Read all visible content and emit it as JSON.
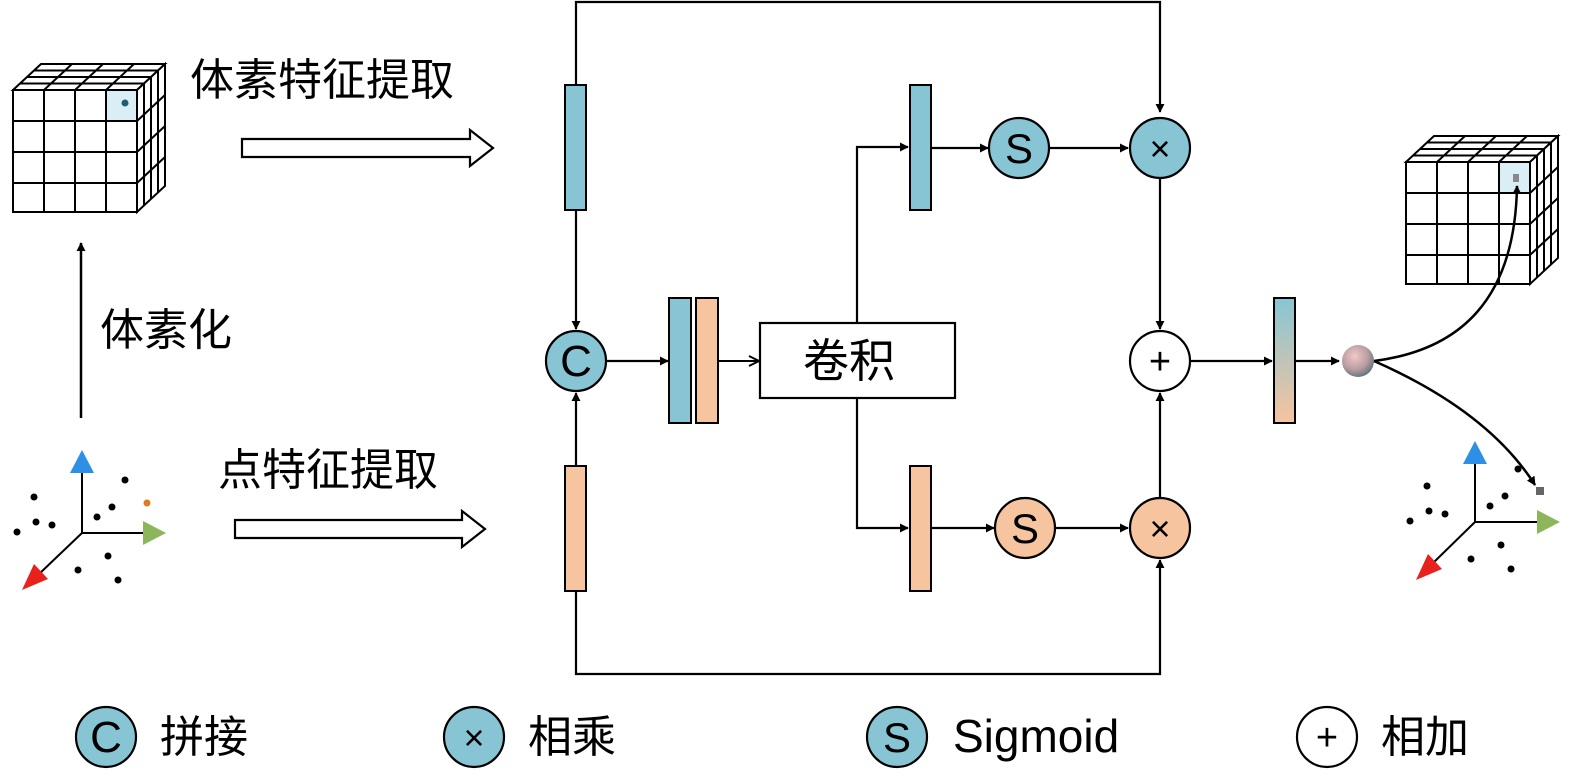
{
  "labels": {
    "voxel_feature": "体素特征提取",
    "point_feature": "点特征提取",
    "voxelize": "体素化",
    "conv": "卷积"
  },
  "ops": {
    "concat": "C",
    "multiply": "×",
    "sigmoid": "S",
    "add": "+"
  },
  "legend": [
    {
      "symbol": "C",
      "label": "拼接",
      "color": "#87c5d4"
    },
    {
      "symbol": "×",
      "label": "相乘",
      "color": "#87c5d4"
    },
    {
      "symbol": "S",
      "label": "Sigmoid",
      "color": "#87c5d4"
    },
    {
      "symbol": "+",
      "label": "相加",
      "color": "#ffffff"
    }
  ],
  "colors": {
    "voxel_branch": "#87c5d4",
    "point_branch": "#f6c49f",
    "axis_x": "#8db55b",
    "axis_y": "#2e8fe6",
    "axis_z": "#e8211d",
    "highlight_point": "#e07b20"
  }
}
